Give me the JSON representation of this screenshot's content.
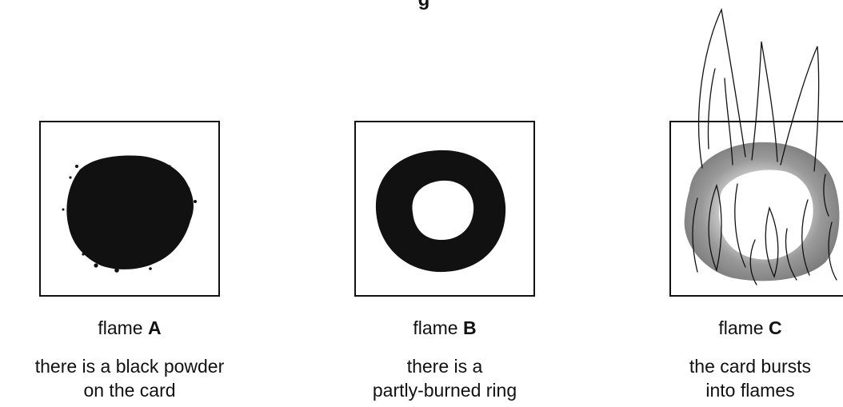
{
  "figure": {
    "title_fragment": "g"
  },
  "panels": [
    {
      "id": "A",
      "flame_word": "flame",
      "flame_letter": "A",
      "observation_lines": [
        "there is a black powder",
        "on the card"
      ]
    },
    {
      "id": "B",
      "flame_word": "flame",
      "flame_letter": "B",
      "observation_lines": [
        "there is a",
        "partly-burned ring"
      ]
    },
    {
      "id": "C",
      "flame_word": "flame",
      "flame_letter": "C",
      "observation_lines": [
        "the card bursts",
        "into flames"
      ]
    }
  ],
  "colors": {
    "ink": "#111111",
    "burn": "#111111",
    "scorch_outer": "#8a8a8a",
    "scorch_inner": "#d8d8d8"
  }
}
